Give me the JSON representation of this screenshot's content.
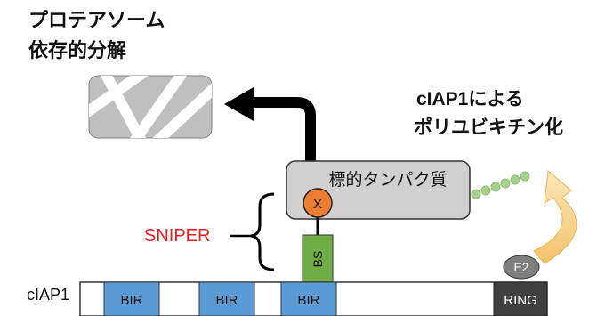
{
  "titles": {
    "degradation_line1": "プロテアソーム",
    "degradation_line2": "依存的分解",
    "ubiquitination_line1": "cIAP1による",
    "ubiquitination_line2": "ポリユビキチン化"
  },
  "target_protein": {
    "label": "標的タンパク質",
    "ligand_label": "X"
  },
  "sniper": {
    "label": "SNIPER",
    "linker_label": "BS",
    "label_color": "#e02020"
  },
  "ciap1": {
    "label": "cIAP1",
    "domains": [
      "BIR",
      "BIR",
      "BIR"
    ],
    "ring_label": "RING",
    "e2_label": "E2"
  },
  "colors": {
    "bir": "#5b9bd5",
    "bs": "#70ad47",
    "ligand": "#ed7d31",
    "ubiquitin": "#a9d18e",
    "ring": "#404040",
    "e2": "#7f7f7f",
    "target": "#d0d0d0",
    "degraded": "#bfbfbf",
    "curved_arrow": "#f5d58a"
  }
}
